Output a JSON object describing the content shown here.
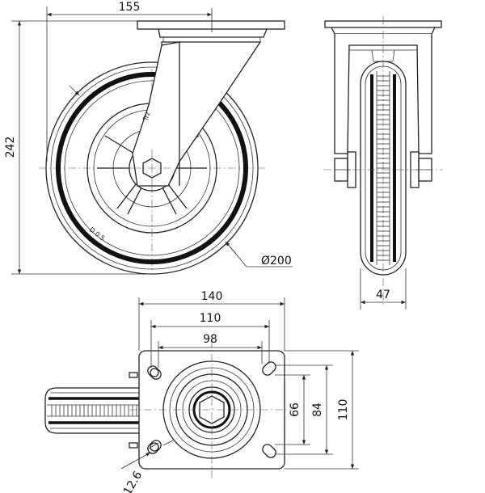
{
  "dimensions": {
    "mount_height": "242",
    "offset": "155",
    "wheel_diameter": "Ø200",
    "wheel_width": "47",
    "plate_width": "140",
    "hole_spacing_outer": "110",
    "hole_spacing_inner": "98",
    "plate_height": "110",
    "hole_spacing_v_outer": "84",
    "hole_spacing_v_inner": "66",
    "hole_diameter": "12.6"
  },
  "markings": {
    "brand": "Trz",
    "model": "D 0 5"
  }
}
